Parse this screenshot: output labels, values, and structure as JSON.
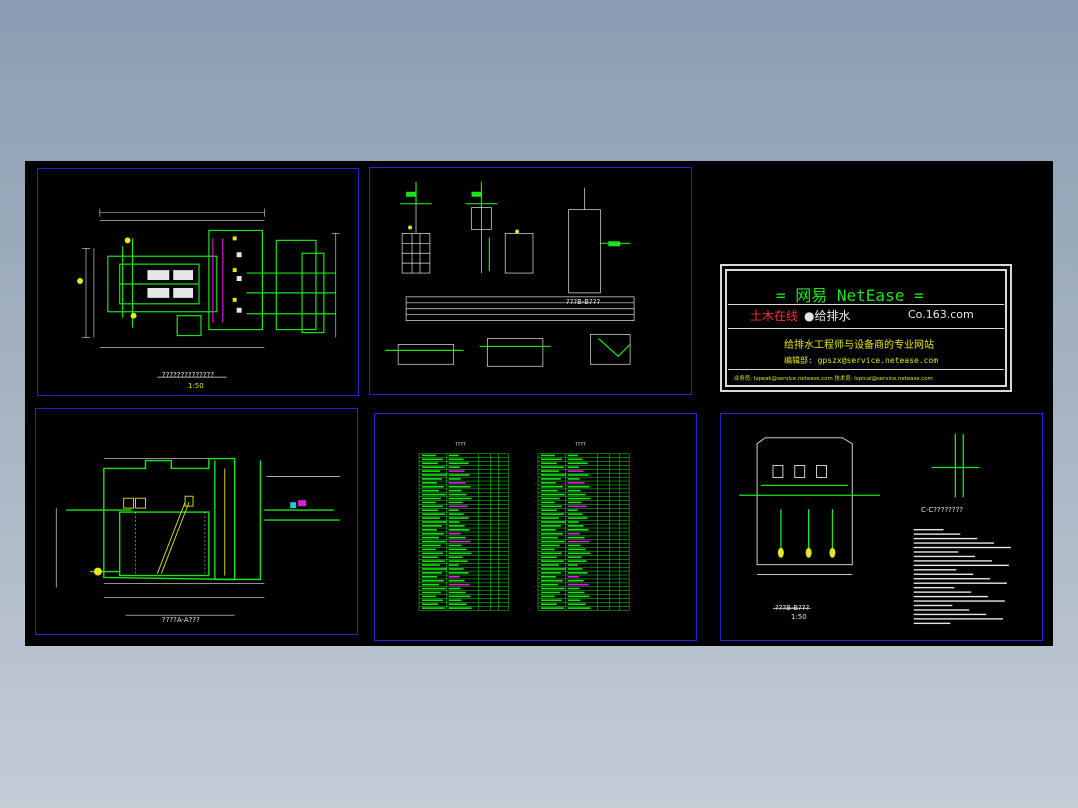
{
  "colors": {
    "green": "#19e619",
    "yellow": "#e6e619",
    "white": "#e6e6e6",
    "red": "#ff2d2d",
    "magenta": "#e619e6",
    "cyan": "#19c8e6",
    "blue_frame": "#2323d8"
  },
  "sheets": {
    "plan": {
      "label": "??????????????",
      "scale": "1:50"
    },
    "details": {
      "label_b": "???B-B???"
    },
    "section_a": {
      "label": "????A-A???"
    },
    "tables": {
      "header_left": "????",
      "header_right": "????"
    },
    "section_b": {
      "label": "???B-B???",
      "scale": "1:50",
      "label_c": "C-C????????"
    }
  },
  "title_block": {
    "brand": "=  网易 NetEase  =",
    "site_left": "土木在线",
    "site_mid": "●给排水",
    "site_right": "Co.163.com",
    "slogan": "给排水工程师与设备商的专业网站",
    "editor": "编辑部: gpszx@service.netease.com",
    "footer": "业务员: lvpeak@service.netease.com    技术员: lvpical@service.netease.com"
  }
}
